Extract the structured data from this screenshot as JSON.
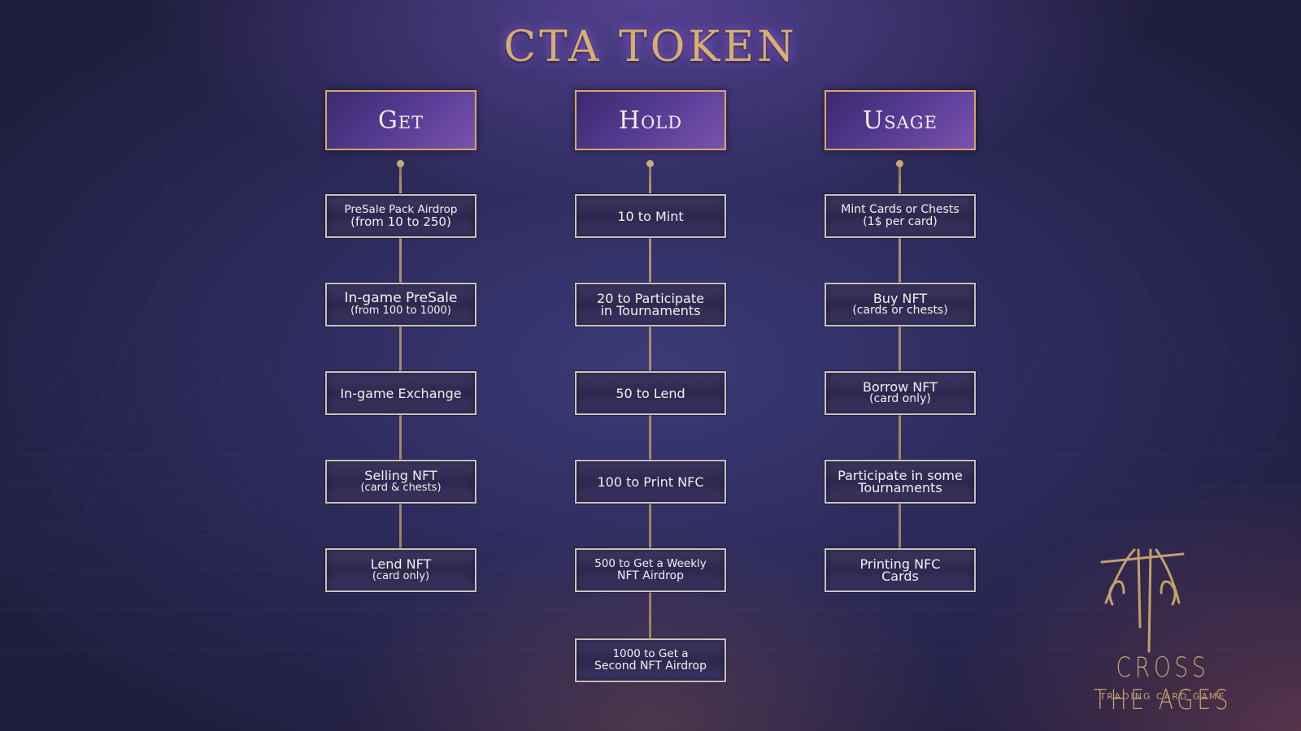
{
  "title": "CTA TOKEN",
  "columns": [
    {
      "heading": "Get",
      "items": [
        {
          "line1": "PreSale Pack Airdrop",
          "line2": "(from 10 to 250)"
        },
        {
          "line1": "In-game PreSale",
          "line2": "(from 100 to 1000)"
        },
        {
          "line1": "In-game Exchange",
          "line2": ""
        },
        {
          "line1": "Selling NFT",
          "line2": "(card & chests)"
        },
        {
          "line1": "Lend NFT",
          "line2": "(card only)"
        }
      ]
    },
    {
      "heading": "Hold",
      "items": [
        {
          "line1": "10 to Mint",
          "line2": ""
        },
        {
          "line1": "20 to Participate",
          "line2": "in Tournaments"
        },
        {
          "line1": "50 to Lend",
          "line2": ""
        },
        {
          "line1": "100 to Print NFC",
          "line2": ""
        },
        {
          "line1": "500 to Get a Weekly",
          "line2": "NFT Airdrop"
        },
        {
          "line1": "1000 to Get a",
          "line2": "Second NFT Airdrop"
        }
      ]
    },
    {
      "heading": "Usage",
      "items": [
        {
          "line1": "Mint Cards or Chests",
          "line2": "(1$ per card)"
        },
        {
          "line1": "Buy NFT",
          "line2": "(cards or chests)"
        },
        {
          "line1": "Borrow NFT",
          "line2": "(card only)"
        },
        {
          "line1": "Participate in some",
          "line2": "Tournaments"
        },
        {
          "line1": "Printing NFC",
          "line2": "Cards"
        }
      ]
    }
  ],
  "logo": {
    "name": "CROSS THE AGES",
    "tagline": "TRADING CARD GAME",
    "color": "#c2a06a"
  },
  "colors": {
    "accent_gold": "#d6a863",
    "heading_fill": "#5a3d98",
    "background": "#2e2c5e"
  }
}
